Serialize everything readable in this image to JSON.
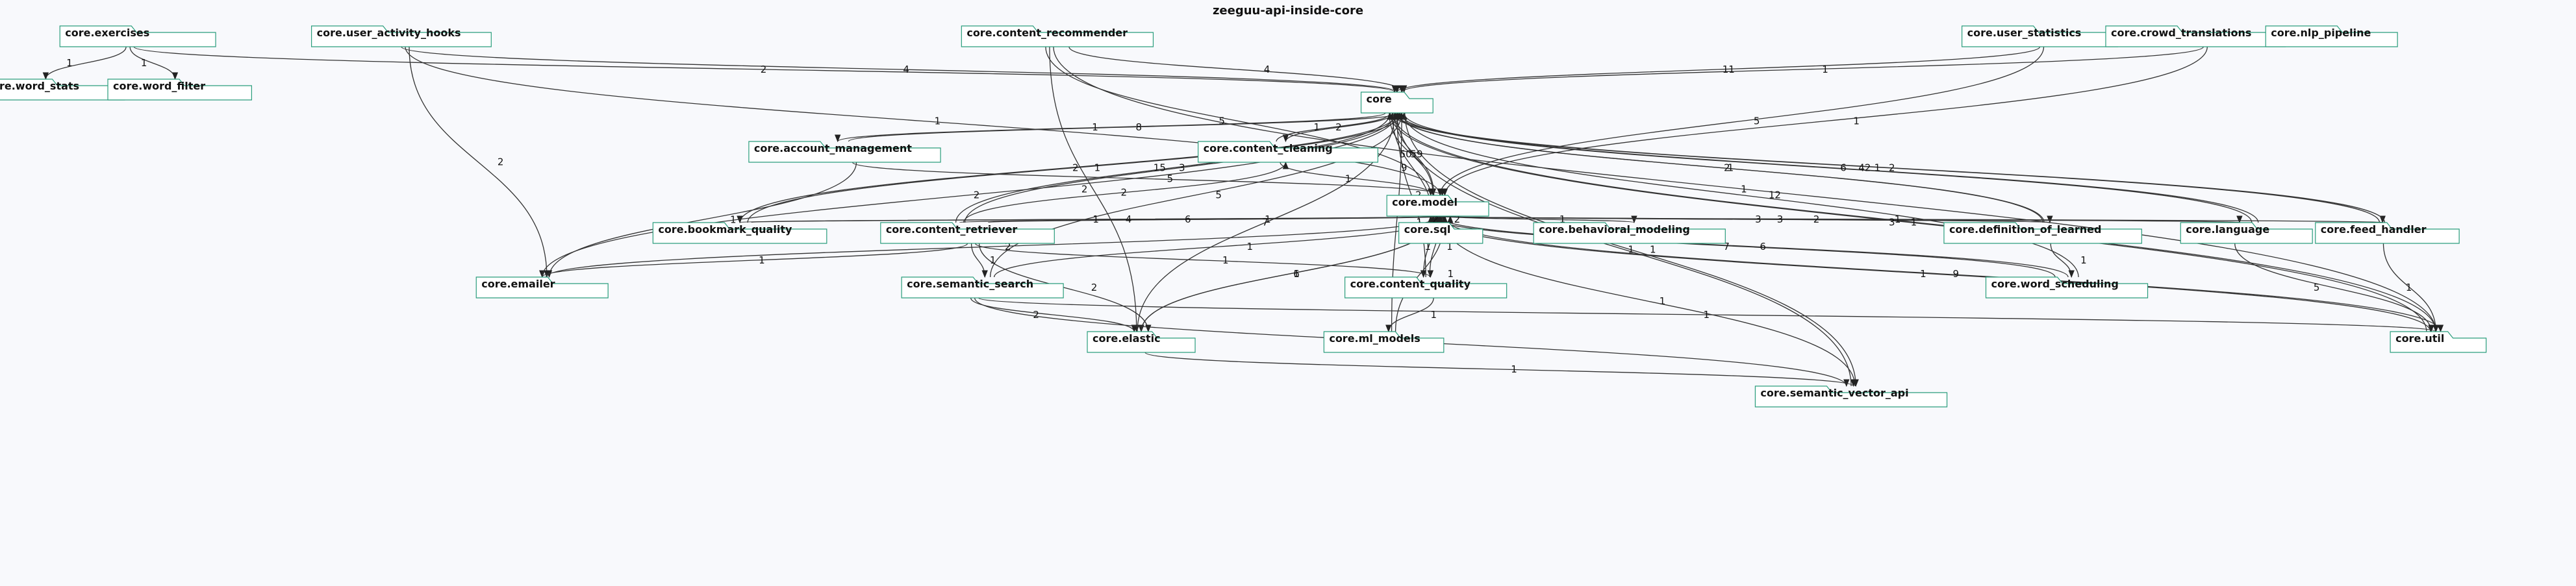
{
  "title": "zeeguu-api-inside-core",
  "colors": {
    "background": "#f8f9fc",
    "box_border": "#2a9d7c",
    "edge": "#333333"
  },
  "nodes": [
    {
      "id": "exercises",
      "label": "core.exercises"
    },
    {
      "id": "user_activity_hooks",
      "label": "core.user_activity_hooks"
    },
    {
      "id": "content_recommender",
      "label": "core.content_recommender"
    },
    {
      "id": "user_statistics",
      "label": "core.user_statistics"
    },
    {
      "id": "crowd_translations",
      "label": "core.crowd_translations"
    },
    {
      "id": "nlp_pipeline",
      "label": "core.nlp_pipeline"
    },
    {
      "id": "word_stats",
      "label": "core.word_stats"
    },
    {
      "id": "word_filter",
      "label": "core.word_filter"
    },
    {
      "id": "core",
      "label": "core"
    },
    {
      "id": "account_management",
      "label": "core.account_management"
    },
    {
      "id": "content_cleaning",
      "label": "core.content_cleaning"
    },
    {
      "id": "model",
      "label": "core.model"
    },
    {
      "id": "bookmark_quality",
      "label": "core.bookmark_quality"
    },
    {
      "id": "content_retriever",
      "label": "core.content_retriever"
    },
    {
      "id": "sql",
      "label": "core.sql"
    },
    {
      "id": "behavioral_modeling",
      "label": "core.behavioral_modeling"
    },
    {
      "id": "definition_of_learned",
      "label": "core.definition_of_learned"
    },
    {
      "id": "language",
      "label": "core.language"
    },
    {
      "id": "feed_handler",
      "label": "core.feed_handler"
    },
    {
      "id": "emailer",
      "label": "core.emailer"
    },
    {
      "id": "semantic_search",
      "label": "core.semantic_search"
    },
    {
      "id": "content_quality",
      "label": "core.content_quality"
    },
    {
      "id": "word_scheduling",
      "label": "core.word_scheduling"
    },
    {
      "id": "elastic",
      "label": "core.elastic"
    },
    {
      "id": "ml_models",
      "label": "core.ml_models"
    },
    {
      "id": "util",
      "label": "core.util"
    },
    {
      "id": "semantic_vector_api",
      "label": "core.semantic_vector_api"
    }
  ],
  "edges": [
    {
      "id": "e1",
      "from": "exercises",
      "to": "word_stats",
      "label": "1"
    },
    {
      "id": "e2",
      "from": "exercises",
      "to": "word_filter",
      "label": "1"
    },
    {
      "id": "e3",
      "from": "exercises",
      "to": "core",
      "label": "2"
    },
    {
      "id": "e4",
      "from": "user_activity_hooks",
      "to": "core",
      "label": "4"
    },
    {
      "id": "e5",
      "from": "user_activity_hooks",
      "to": "model",
      "label": "1"
    },
    {
      "id": "e6",
      "from": "user_activity_hooks",
      "to": "emailer",
      "label": "2"
    },
    {
      "id": "e7",
      "from": "content_recommender",
      "to": "core",
      "label": "4"
    },
    {
      "id": "e8",
      "from": "content_recommender",
      "to": "model",
      "label": "5"
    },
    {
      "id": "e9",
      "from": "content_recommender",
      "to": "elastic",
      "label": "2"
    },
    {
      "id": "e10",
      "from": "content_recommender",
      "to": "util",
      "label": "1"
    },
    {
      "id": "e11",
      "from": "user_statistics",
      "to": "core",
      "label": "11"
    },
    {
      "id": "e12",
      "from": "user_statistics",
      "to": "model",
      "label": "5"
    },
    {
      "id": "e13",
      "from": "crowd_translations",
      "to": "core",
      "label": "1"
    },
    {
      "id": "e14",
      "from": "crowd_translations",
      "to": "model",
      "label": "1"
    },
    {
      "id": "e15",
      "from": "core",
      "to": "account_management",
      "label": "1"
    },
    {
      "id": "e16",
      "from": "core",
      "to": "model",
      "label": "50"
    },
    {
      "id": "e17",
      "from": "core",
      "to": "content_cleaning",
      "label": "2"
    },
    {
      "id": "e18",
      "from": "core",
      "to": "bookmark_quality",
      "label": "2"
    },
    {
      "id": "e19",
      "from": "account_management",
      "to": "core",
      "label": "8"
    },
    {
      "id": "e20",
      "from": "account_management",
      "to": "model",
      "label": "5"
    },
    {
      "id": "e21",
      "from": "account_management",
      "to": "emailer",
      "label": "1"
    },
    {
      "id": "e22",
      "from": "content_cleaning",
      "to": "core",
      "label": "1"
    },
    {
      "id": "e23",
      "from": "content_cleaning",
      "to": "model",
      "label": "1"
    },
    {
      "id": "e24",
      "from": "model",
      "to": "core",
      "label": "59"
    },
    {
      "id": "e25",
      "from": "model",
      "to": "bookmark_quality",
      "label": "1"
    },
    {
      "id": "e26",
      "from": "model",
      "to": "sql",
      "label": "2"
    },
    {
      "id": "e27",
      "from": "model",
      "to": "behavioral_modeling",
      "label": "1"
    },
    {
      "id": "e28",
      "from": "model",
      "to": "definition_of_learned",
      "label": "3"
    },
    {
      "id": "e29",
      "from": "model",
      "to": "language",
      "label": "2"
    },
    {
      "id": "e30",
      "from": "model",
      "to": "feed_handler",
      "label": "1"
    },
    {
      "id": "e31",
      "from": "model",
      "to": "content_quality",
      "label": "1"
    },
    {
      "id": "e32",
      "from": "model",
      "to": "elastic",
      "label": "1"
    },
    {
      "id": "e33",
      "from": "model",
      "to": "util",
      "label": "9"
    },
    {
      "id": "e34",
      "from": "bookmark_quality",
      "to": "core",
      "label": "1"
    },
    {
      "id": "e35",
      "from": "bookmark_quality",
      "to": "model",
      "label": "4"
    },
    {
      "id": "e36",
      "from": "content_retriever",
      "to": "core",
      "label": "15"
    },
    {
      "id": "e37",
      "from": "content_retriever",
      "to": "model",
      "label": "6"
    },
    {
      "id": "e38",
      "from": "content_retriever",
      "to": "content_cleaning",
      "label": "2"
    },
    {
      "id": "e39",
      "from": "content_retriever",
      "to": "emailer",
      "label": "1"
    },
    {
      "id": "e40",
      "from": "content_retriever",
      "to": "semantic_search",
      "label": "1"
    },
    {
      "id": "e41",
      "from": "content_retriever",
      "to": "content_quality",
      "label": "1"
    },
    {
      "id": "e42",
      "from": "content_retriever",
      "to": "elastic",
      "label": "2"
    },
    {
      "id": "e43",
      "from": "content_retriever",
      "to": "core",
      "label": "3"
    },
    {
      "id": "e44",
      "from": "sql",
      "to": "core",
      "label": "9"
    },
    {
      "id": "e45",
      "from": "sql",
      "to": "model",
      "label": "2"
    },
    {
      "id": "e46",
      "from": "definition_of_learned",
      "to": "core",
      "label": "2"
    },
    {
      "id": "e47",
      "from": "definition_of_learned",
      "to": "model",
      "label": "3"
    },
    {
      "id": "e48",
      "from": "definition_of_learned",
      "to": "word_scheduling",
      "label": "1"
    },
    {
      "id": "e49",
      "from": "language",
      "to": "core",
      "label": "42"
    },
    {
      "id": "e50",
      "from": "language",
      "to": "util",
      "label": "5"
    },
    {
      "id": "e51",
      "from": "feed_handler",
      "to": "core",
      "label": "1"
    },
    {
      "id": "e52",
      "from": "feed_handler",
      "to": "util",
      "label": "1"
    },
    {
      "id": "e53",
      "from": "emailer",
      "to": "core",
      "label": "2"
    },
    {
      "id": "e54",
      "from": "emailer",
      "to": "model",
      "label": "2"
    },
    {
      "id": "e55",
      "from": "semantic_search",
      "to": "core",
      "label": "5"
    },
    {
      "id": "e56",
      "from": "semantic_search",
      "to": "model",
      "label": "1"
    },
    {
      "id": "e57",
      "from": "semantic_search",
      "to": "elastic",
      "label": "2"
    },
    {
      "id": "e58",
      "from": "semantic_search",
      "to": "semantic_vector_api",
      "label": "1"
    },
    {
      "id": "e59",
      "from": "semantic_search",
      "to": "util",
      "label": "1"
    },
    {
      "id": "e60",
      "from": "content_quality",
      "to": "core",
      "label": "2"
    },
    {
      "id": "e61",
      "from": "content_quality",
      "to": "model",
      "label": "1"
    },
    {
      "id": "e62",
      "from": "content_quality",
      "to": "ml_models",
      "label": "1"
    },
    {
      "id": "e63",
      "from": "word_scheduling",
      "to": "core",
      "label": "12"
    },
    {
      "id": "e64",
      "from": "word_scheduling",
      "to": "model",
      "label": "7"
    },
    {
      "id": "e65",
      "from": "word_scheduling",
      "to": "model",
      "label": "6"
    },
    {
      "id": "e66",
      "from": "elastic",
      "to": "core",
      "label": "7"
    },
    {
      "id": "e67",
      "from": "elastic",
      "to": "model",
      "label": "6"
    },
    {
      "id": "e68",
      "from": "elastic",
      "to": "semantic_vector_api",
      "label": "1"
    },
    {
      "id": "e69",
      "from": "ml_models",
      "to": "core",
      "label": "1"
    },
    {
      "id": "e70",
      "from": "ml_models",
      "to": "model",
      "label": "1"
    },
    {
      "id": "e71",
      "from": "util",
      "to": "core",
      "label": "3"
    },
    {
      "id": "e72",
      "from": "util",
      "to": "model",
      "label": "1"
    },
    {
      "id": "e73",
      "from": "core",
      "to": "util",
      "label": "1"
    },
    {
      "id": "e74",
      "from": "semantic_vector_api",
      "to": "core",
      "label": "1"
    },
    {
      "id": "e75",
      "from": "semantic_vector_api",
      "to": "model",
      "label": "1"
    },
    {
      "id": "e76",
      "from": "core",
      "to": "semantic_vector_api",
      "label": "1"
    },
    {
      "id": "e77",
      "from": "content_retriever",
      "to": "model",
      "label": "1"
    },
    {
      "id": "e78",
      "from": "feed_handler",
      "to": "core",
      "label": "2"
    },
    {
      "id": "e79",
      "from": "definition_of_learned",
      "to": "core",
      "label": "1"
    },
    {
      "id": "e80",
      "from": "language",
      "to": "core",
      "label": "6"
    }
  ]
}
